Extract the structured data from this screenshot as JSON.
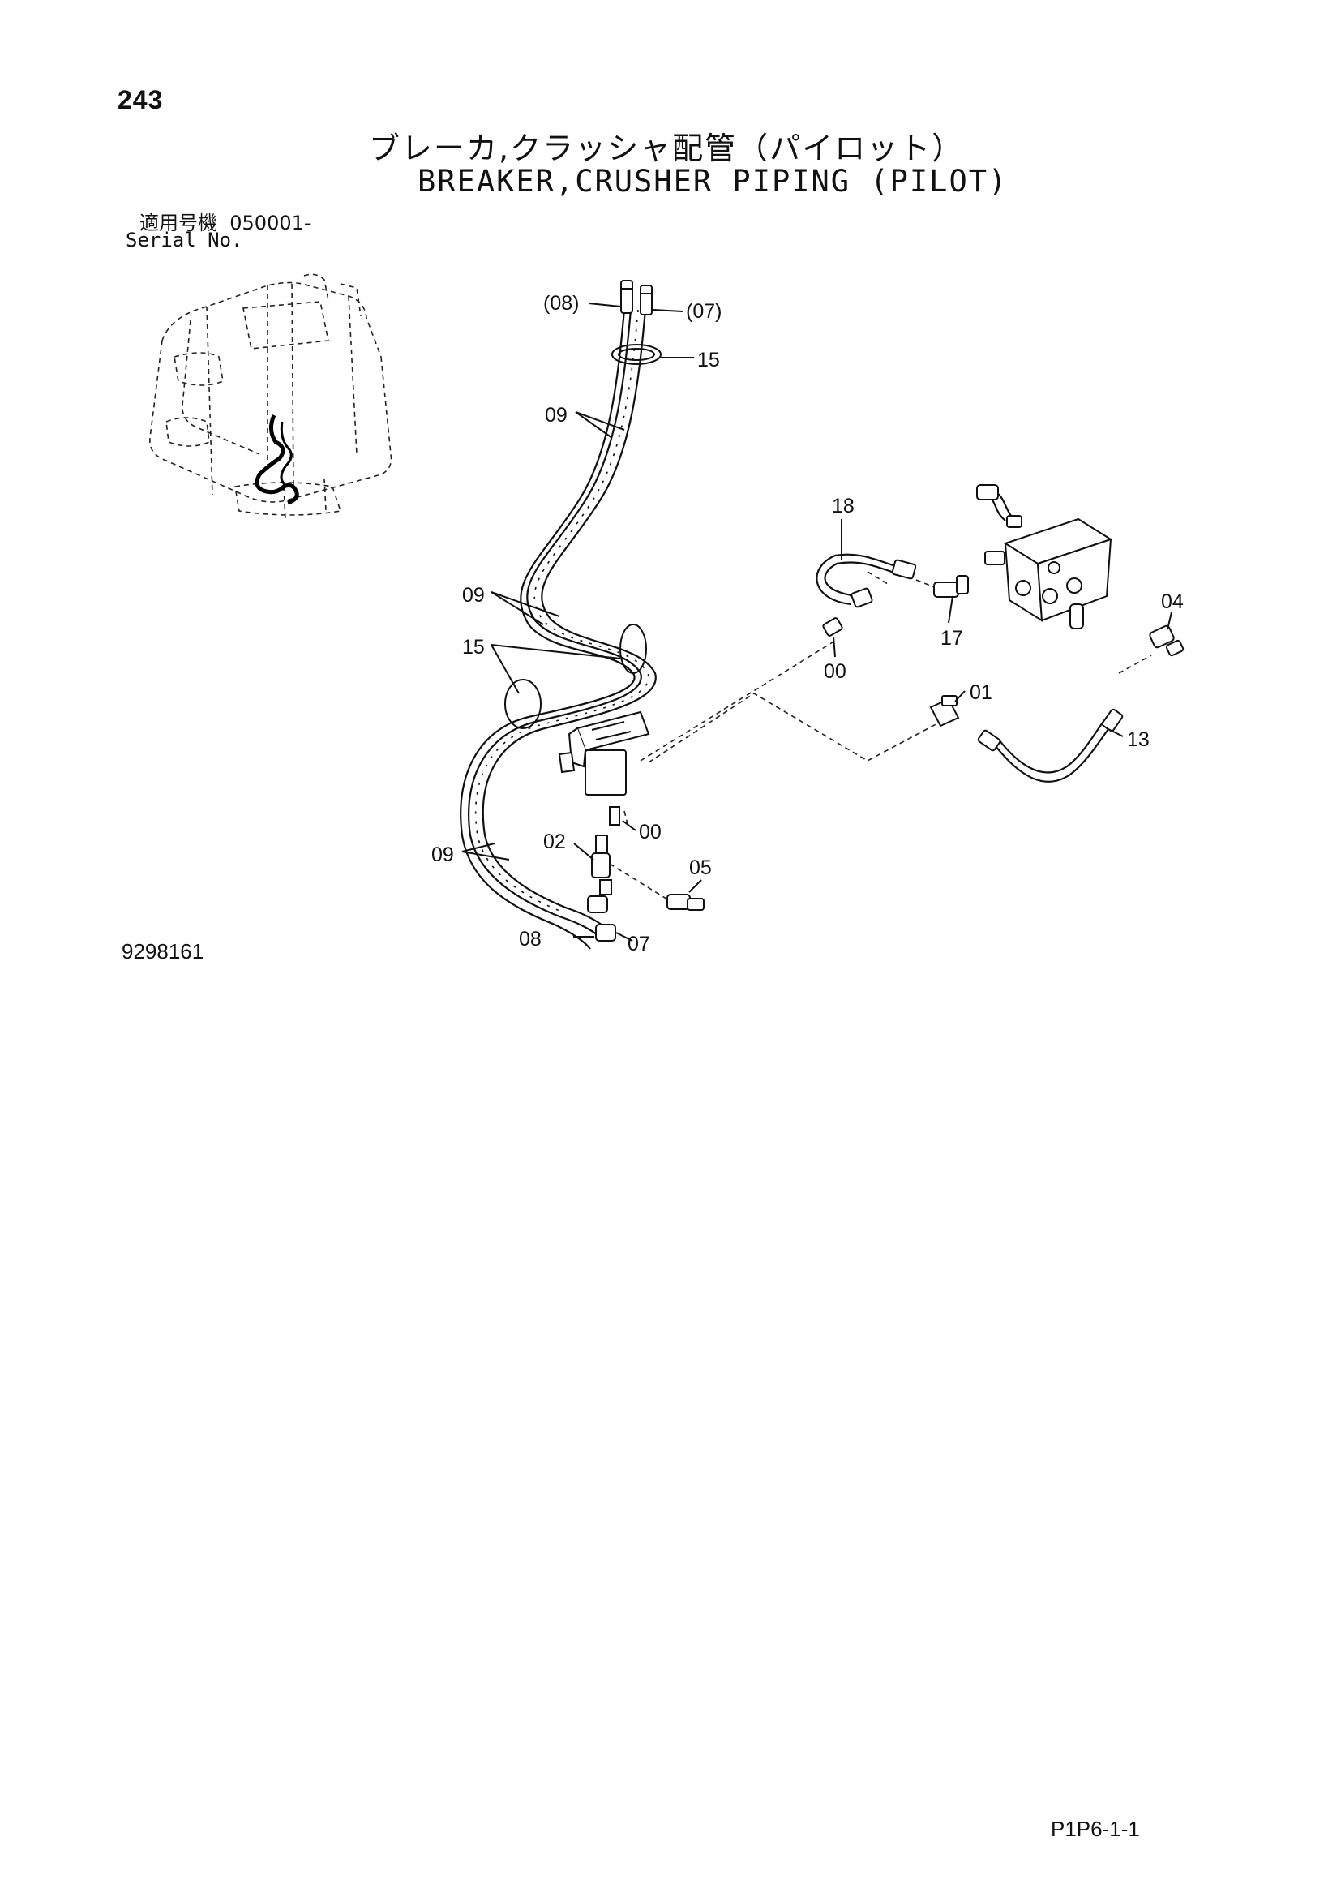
{
  "header": {
    "page_number": "243",
    "title_jp": "ブレーカ,クラッシャ配管（パイロット）",
    "title_en": "BREAKER,CRUSHER PIPING (PILOT)",
    "serial_label_jp": "適用号機",
    "serial_value": "050001-",
    "serial_label_en": "Serial No."
  },
  "diagram": {
    "callouts": {
      "c08_top": "(08)",
      "c07_top": "(07)",
      "c15_top": "15",
      "c09_top": "09",
      "c09_mid": "09",
      "c15_mid": "15",
      "c09_low": "09",
      "c02": "02",
      "c00_low": "00",
      "c05": "05",
      "c08_low": "08",
      "c07_low": "07",
      "c18": "18",
      "c17": "17",
      "c00_mid": "00",
      "c04": "04",
      "c01": "01",
      "c13": "13"
    }
  },
  "footer": {
    "drawing_id": "9298161",
    "sheet_id": "P1P6-1-1"
  }
}
